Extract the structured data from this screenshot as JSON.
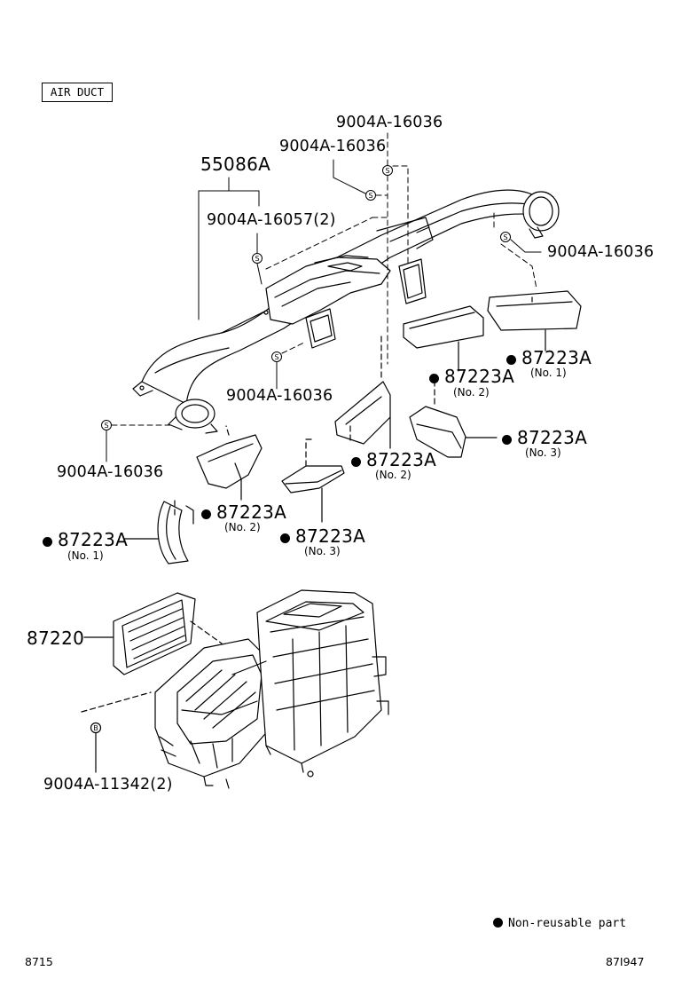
{
  "section_label": "AIR DUCT",
  "callouts": {
    "c55086A": "55086A",
    "c90_top1": "9004A-16036",
    "c90_top2": "9004A-16036",
    "c90_16057": "9004A-16057(2)",
    "c90_right": "9004A-16036",
    "c90_mid": "9004A-16036",
    "c90_left": "9004A-16036",
    "c87223A_1": "87223A",
    "c87223A_1_sub": "(No. 1)",
    "c87223A_2": "87223A",
    "c87223A_2_sub": "(No. 2)",
    "c87223A_3": "87223A",
    "c87223A_3_sub": "(No. 3)",
    "c87223A_4": "87223A",
    "c87223A_4_sub": "(No. 2)",
    "c87223A_5": "87223A",
    "c87223A_5_sub": "(No. 2)",
    "c87223A_6": "87223A",
    "c87223A_6_sub": "(No. 3)",
    "c87223A_7": "87223A",
    "c87223A_7_sub": "(No. 1)",
    "c87220": "87220",
    "c90_11342": "9004A-11342(2)"
  },
  "legend": {
    "text": "Non-reusable part"
  },
  "footer": {
    "left": "8715",
    "right": "87I947"
  }
}
